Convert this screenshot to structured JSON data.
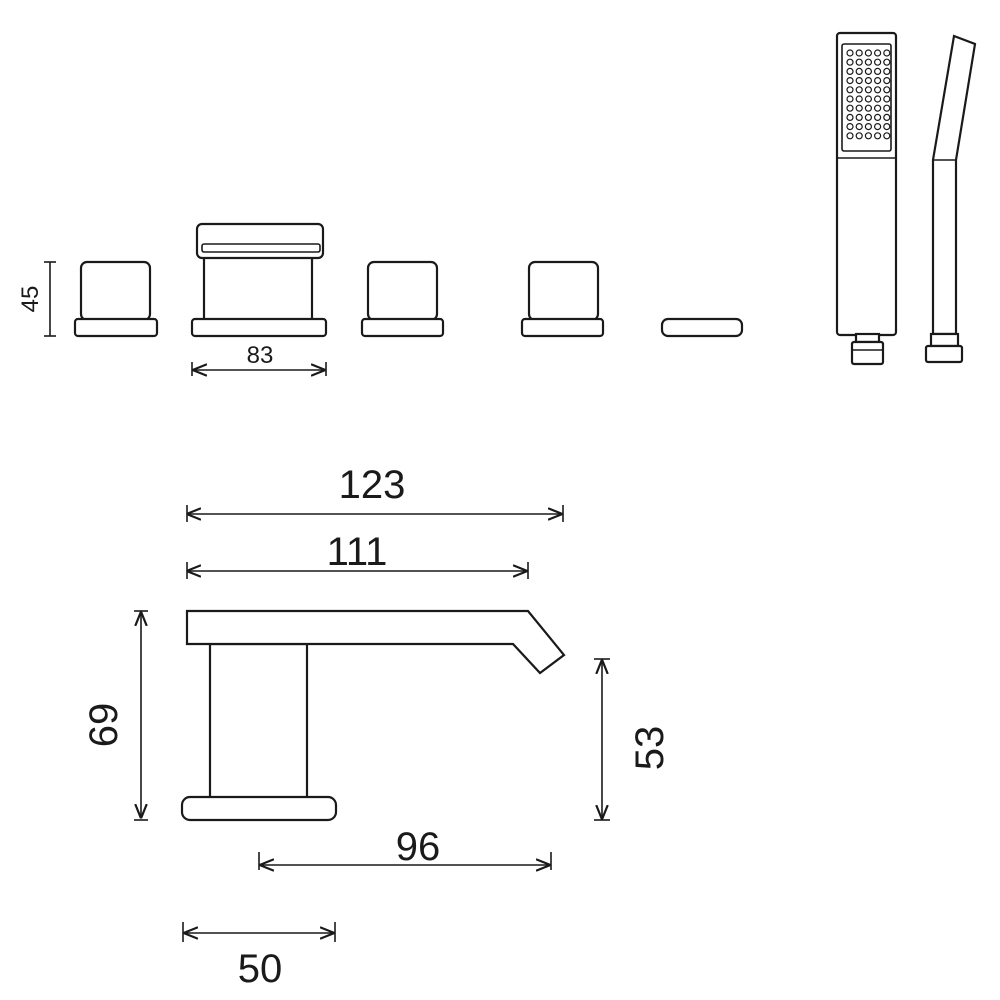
{
  "dimensions": {
    "overall_height": "45",
    "body_width": "83",
    "spout_length_total": "123",
    "spout_length_inner": "111",
    "spout_height": "69",
    "spout_outlet_height": "53",
    "spout_projection": "96",
    "base_width": "50"
  }
}
